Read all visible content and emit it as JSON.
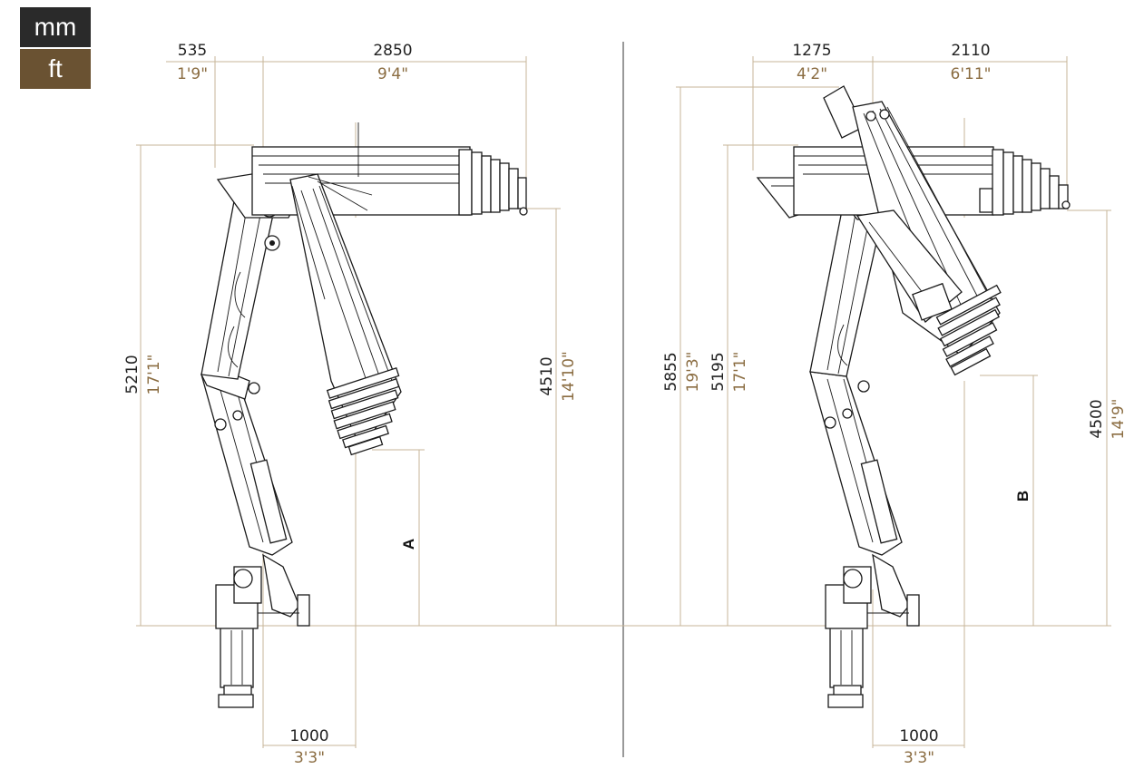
{
  "units": {
    "primary": "mm",
    "secondary": "ft"
  },
  "left_view": {
    "top_left_mm": "535",
    "top_left_ft": "1'9\"",
    "top_right_mm": "2850",
    "top_right_ft": "9'4\"",
    "height_total_mm": "5210",
    "height_total_ft": "17'1\"",
    "height_tip_mm": "4510",
    "height_tip_ft": "14'10\"",
    "bottom_mm": "1000",
    "bottom_ft": "3'3\"",
    "marker": "A"
  },
  "right_view": {
    "top_left_mm": "1275",
    "top_left_ft": "4'2\"",
    "top_right_mm": "2110",
    "top_right_ft": "6'11\"",
    "height_outer_mm": "5855",
    "height_outer_ft": "19'3\"",
    "height_inner_mm": "5195",
    "height_inner_ft": "17'1\"",
    "height_tip_mm": "4500",
    "height_tip_ft": "14'9\"",
    "bottom_mm": "1000",
    "bottom_ft": "3'3\"",
    "marker": "B"
  }
}
